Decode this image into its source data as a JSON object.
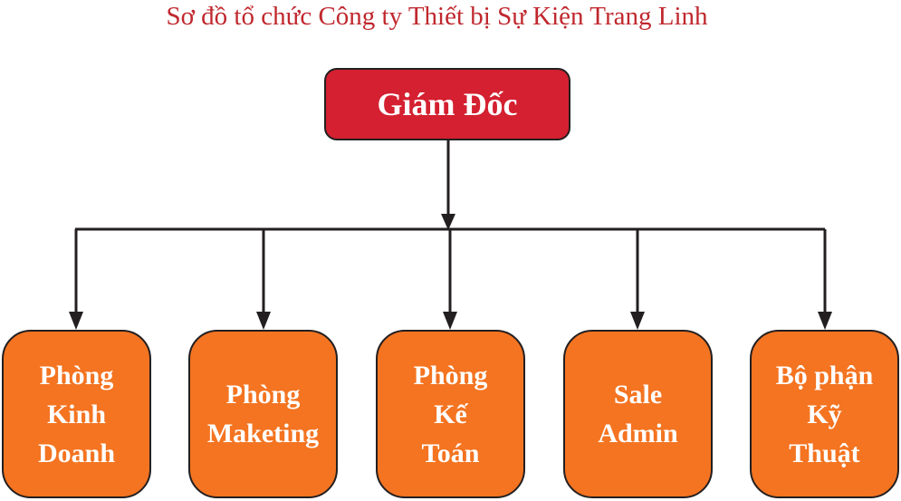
{
  "title": "Sơ đồ tổ chức Công ty Thiết bị Sự Kiện Trang Linh",
  "root": {
    "label": "Giám Đốc"
  },
  "departments": [
    {
      "label": "Phòng\nKinh\nDoanh"
    },
    {
      "label": "Phòng\nMaketing"
    },
    {
      "label": "Phòng\nKế\nToán"
    },
    {
      "label": "Sale\nAdmin"
    },
    {
      "label": "Bộ phận\nKỹ\nThuật"
    }
  ],
  "colors": {
    "title": "#c0282e",
    "root": "#d42030",
    "department": "#f47421",
    "line": "#231f20"
  }
}
